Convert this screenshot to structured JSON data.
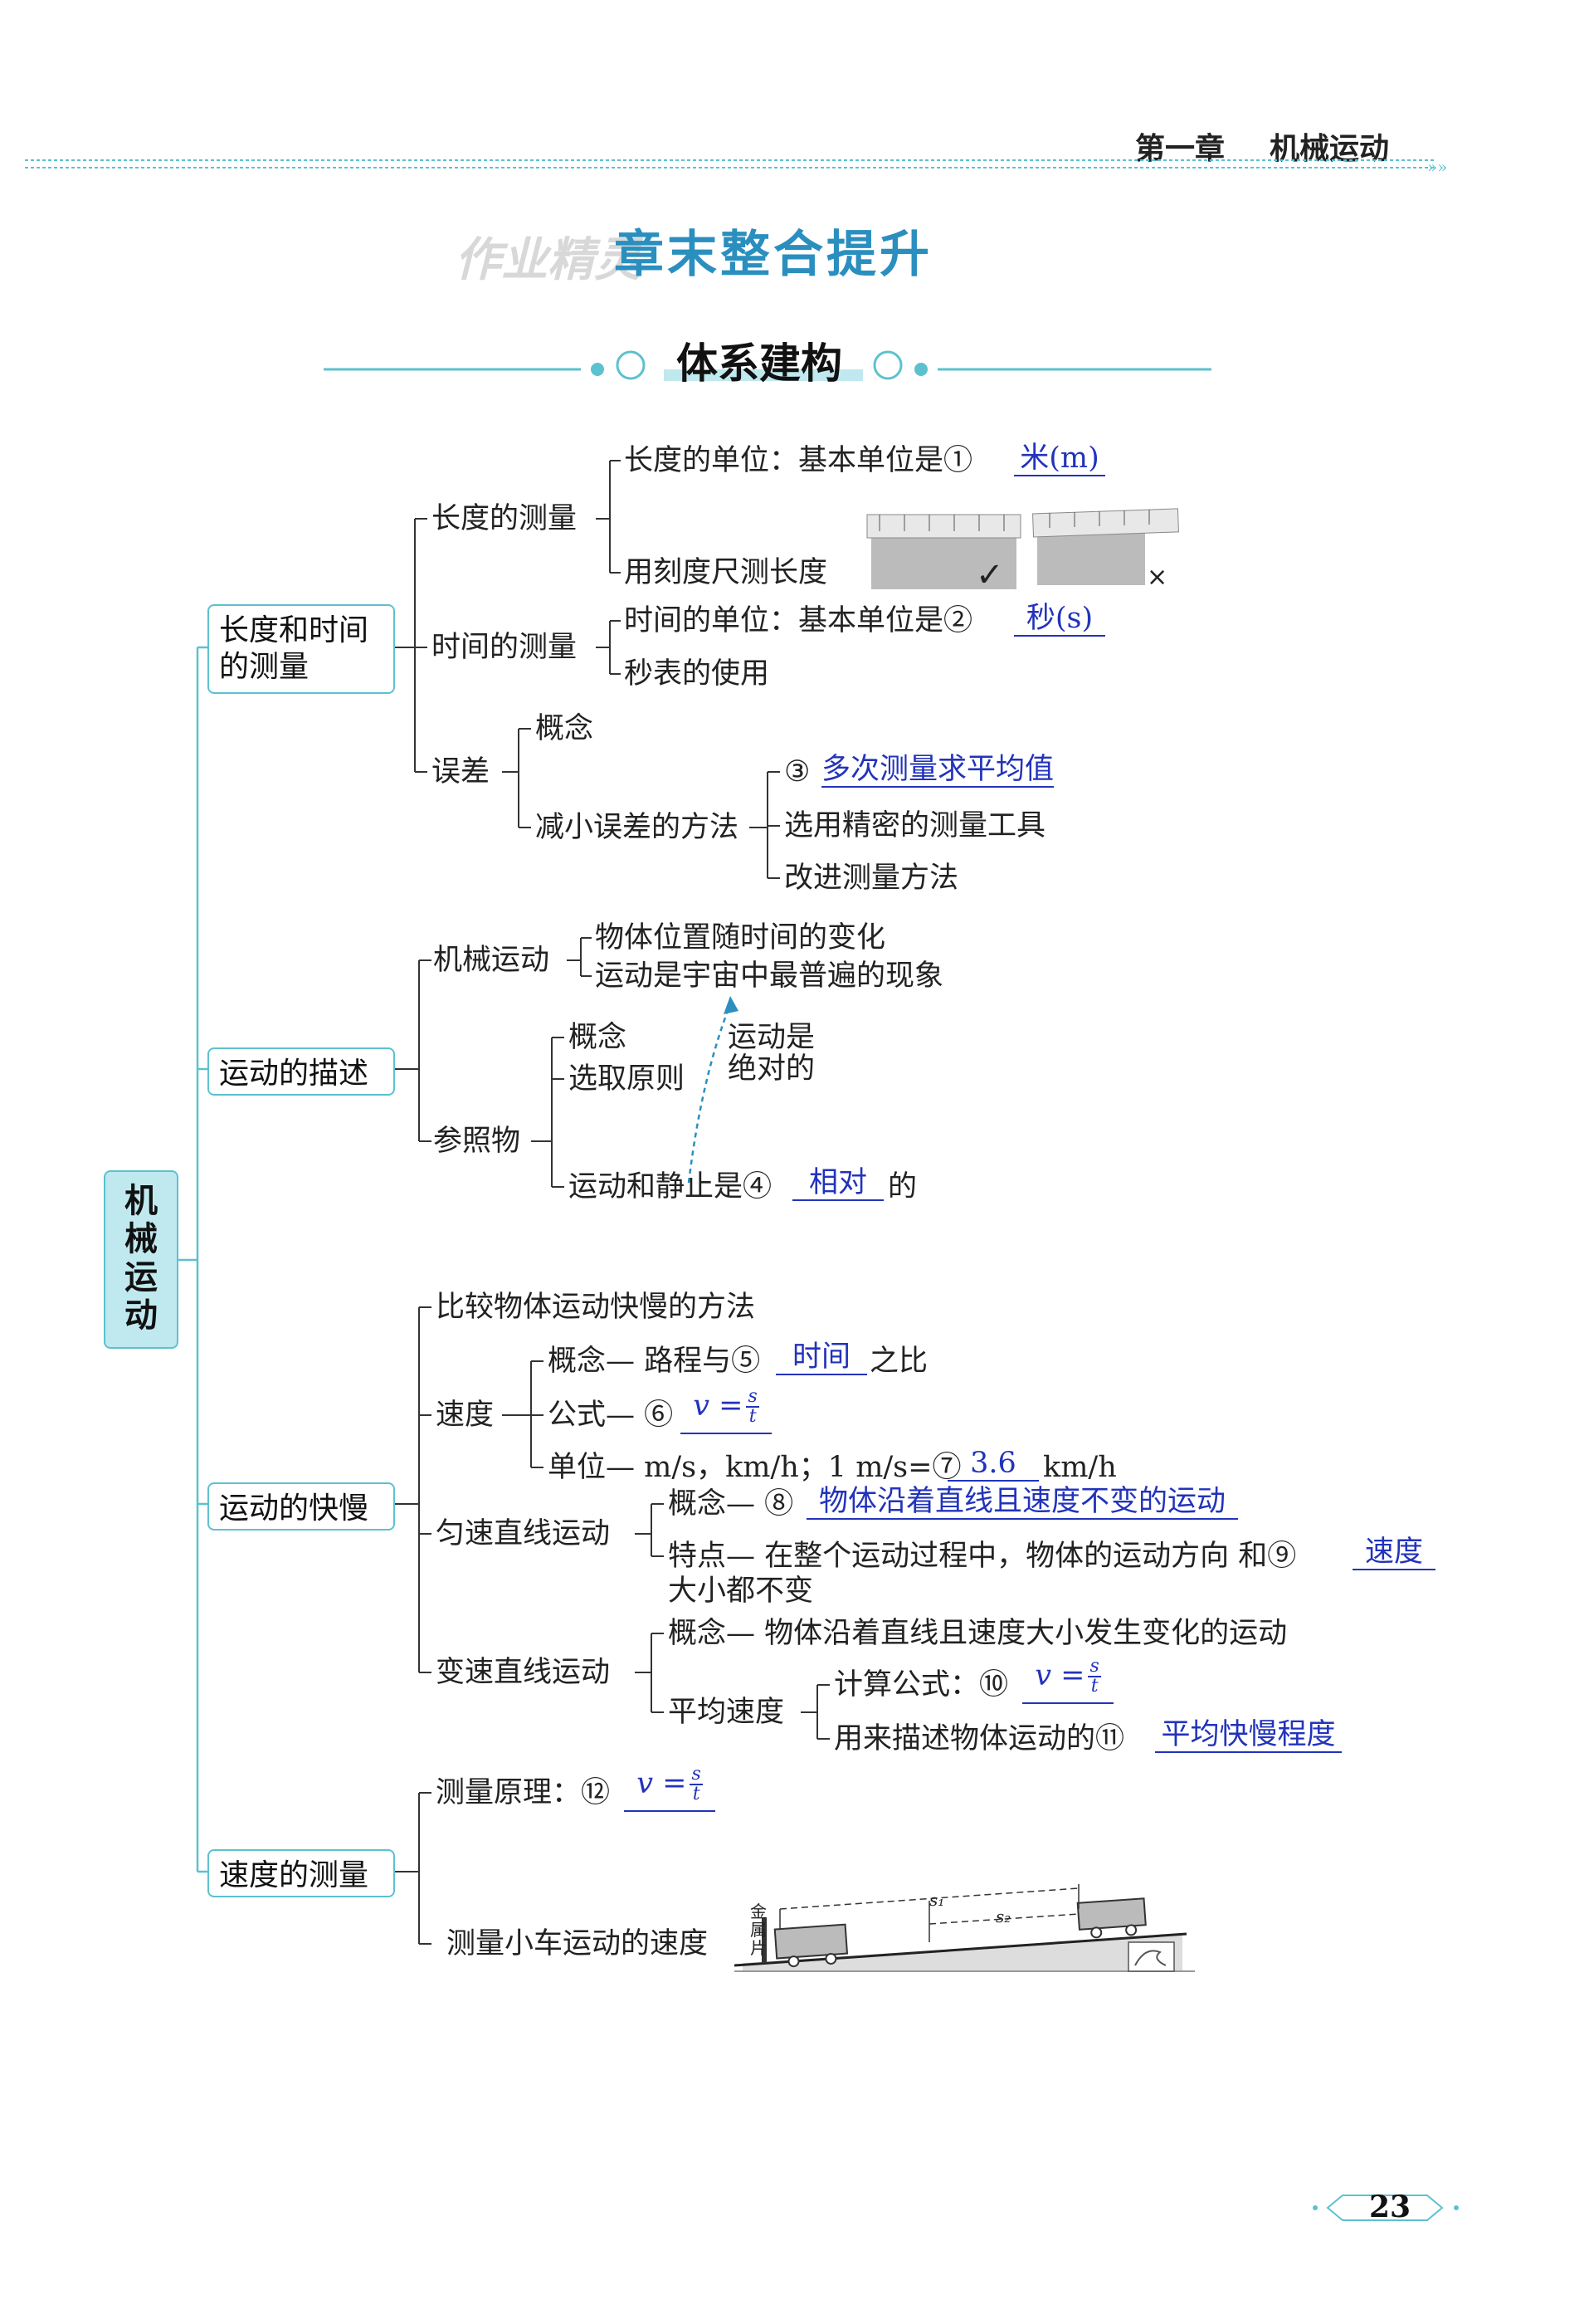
{
  "header": {
    "chapter": "第一章",
    "chapter_title": "机械运动"
  },
  "title": "章末整合提升",
  "watermark": "作业精灵",
  "section_title": "体系建构",
  "root": [
    "机",
    "械",
    "运",
    "动"
  ],
  "branches": {
    "b1": "长度和时间的测量",
    "b2": "运动的描述",
    "b3": "运动的快慢",
    "b4": "速度的测量"
  },
  "length": {
    "label": "长度的测量",
    "unit": "长度的单位：基本单位是①",
    "unit_ans": "米(m)",
    "ruler": "用刻度尺测长度",
    "check": "✓",
    "cross": "×"
  },
  "time": {
    "label": "时间的测量",
    "unit": "时间的单位：基本单位是②",
    "unit_ans": "秒(s)",
    "stopwatch": "秒表的使用"
  },
  "error": {
    "label": "误差",
    "concept": "概念",
    "reduce": "减小误差的方法",
    "m1_prefix": "③",
    "m1_ans": "多次测量求平均值",
    "m2": "选用精密的测量工具",
    "m3": "改进测量方法"
  },
  "motion": {
    "mech": "机械运动",
    "mech1": "物体位置随时间的变化",
    "mech2": "运动是宇宙中最普遍的现象",
    "ref": "参照物",
    "ref_concept": "概念",
    "ref_principle": "选取原则",
    "absolute1": "运动是",
    "absolute2": "绝对的",
    "relative_prefix": "运动和静止是④",
    "relative_ans": "相对",
    "relative_suffix": "的"
  },
  "speed": {
    "compare": "比较物体运动快慢的方法",
    "label": "速度",
    "concept_prefix": "概念— 路程与⑤",
    "concept_ans": "时间",
    "concept_suffix": "之比",
    "formula_prefix": "公式— ⑥",
    "formula_v": "v =",
    "formula_num": "s",
    "formula_den": "t",
    "unit_prefix": "单位— m/s，km/h；1 m/s=⑦",
    "unit_ans": "3.6",
    "unit_suffix": "km/h",
    "uniform": "匀速直线运动",
    "uniform_concept_prefix": "概念— ⑧",
    "uniform_concept_ans": "物体沿着直线且速度不变的运动",
    "uniform_feature_prefix": "特点— 在整个运动过程中，物体的运动方向 和⑨",
    "uniform_feature_ans": "速度",
    "uniform_feature_line2": "大小都不变",
    "variable": "变速直线运动",
    "variable_concept": "概念— 物体沿着直线且速度大小发生变化的运动",
    "avg": "平均速度",
    "avg_calc_prefix": "计算公式：⑩",
    "avg_desc_prefix": "用来描述物体运动的⑪",
    "avg_desc_ans": "平均快慢程度"
  },
  "measure": {
    "principle_prefix": "测量原理：⑫",
    "car": "测量小车运动的速度",
    "metal": "金属片",
    "s1": "s₁",
    "s2": "s₂"
  },
  "page_number": "23",
  "colors": {
    "accent": "#5cc1cf",
    "answer": "#2233bb",
    "root_fill": "#bfe9ef"
  }
}
